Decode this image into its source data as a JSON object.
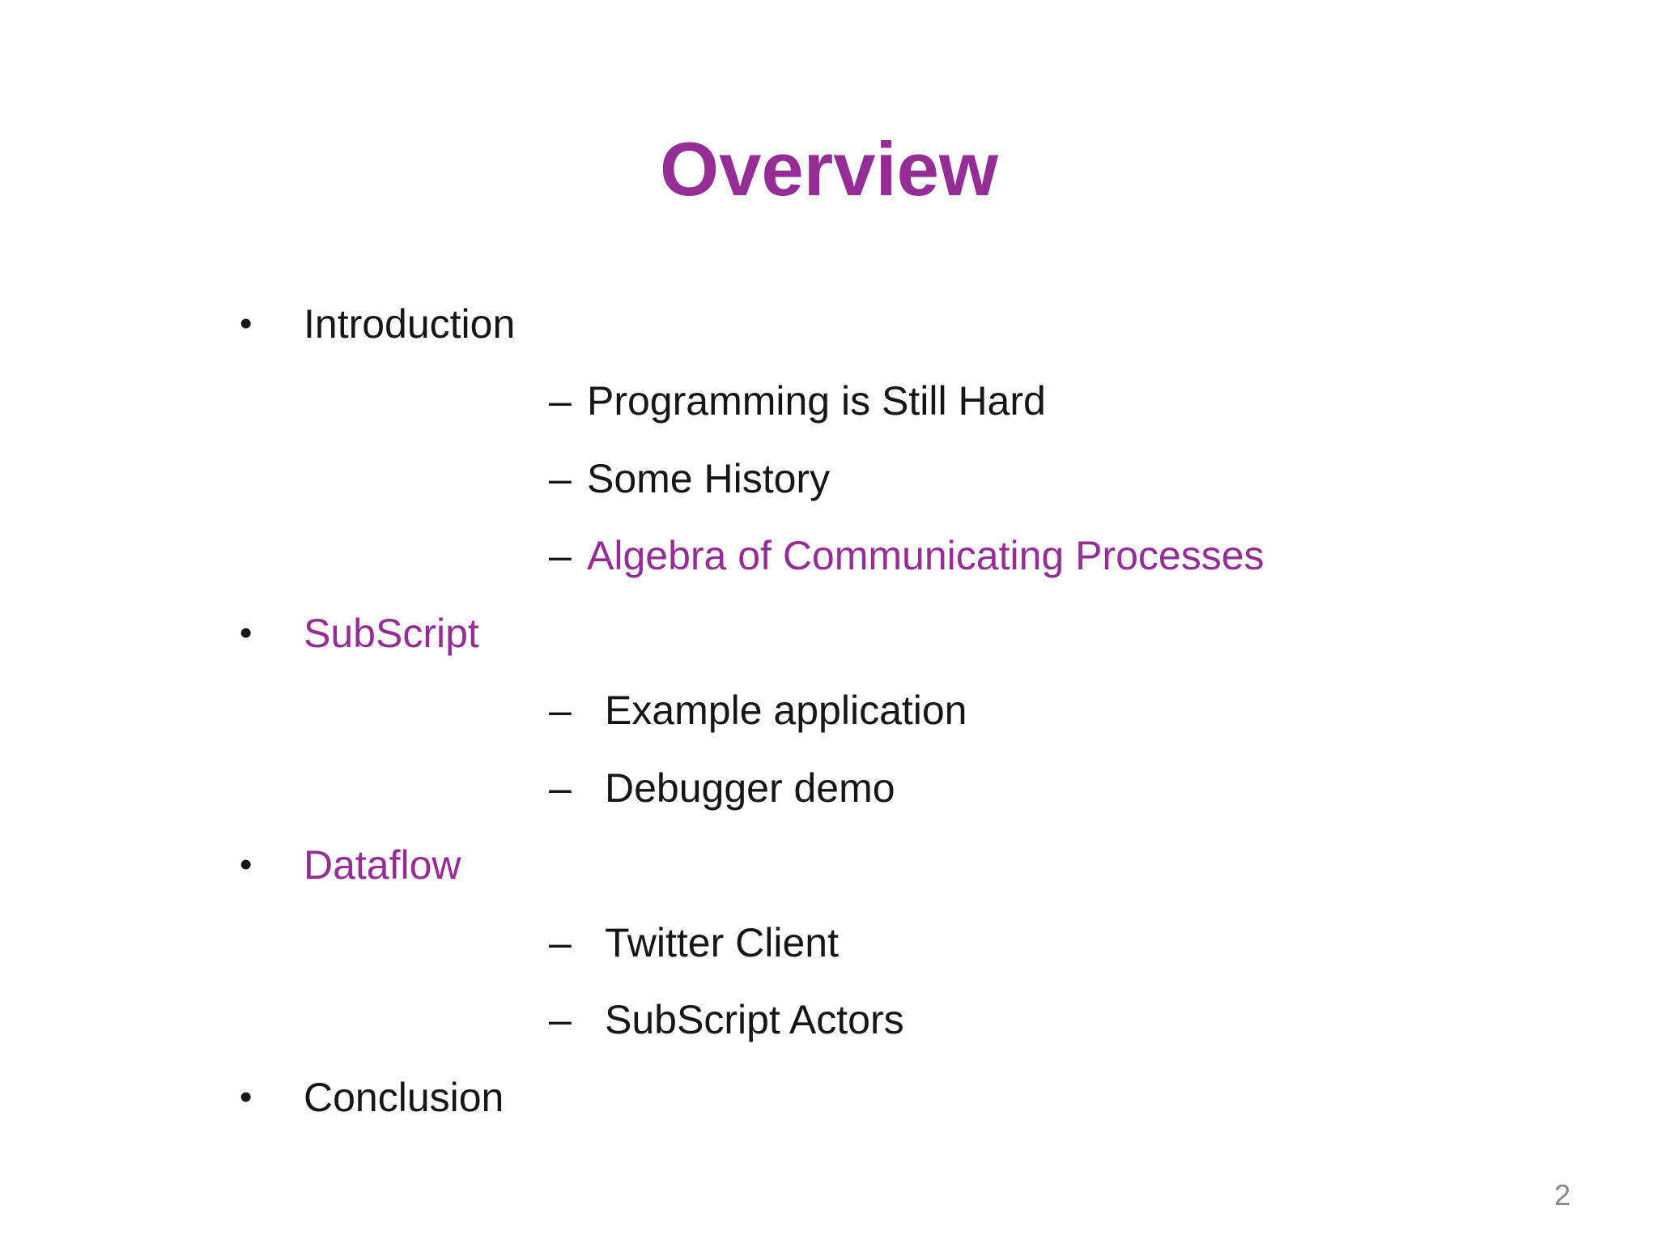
{
  "slide": {
    "title": "Overview",
    "page_number": "2",
    "markers": {
      "bullet": "•",
      "dash": "–"
    },
    "colors": {
      "background": "#FFFFFF",
      "title": "#962D96",
      "accent": "#962D96",
      "text": "#161616",
      "page_number": "#86868B"
    },
    "outline": [
      {
        "label": "Introduction",
        "emphasis": "normal",
        "children": [
          {
            "label": "Programming is Still Hard",
            "emphasis": "normal"
          },
          {
            "label": "Some History",
            "emphasis": "normal"
          },
          {
            "label": "Algebra of Communicating Processes",
            "emphasis": "accent"
          }
        ]
      },
      {
        "label": "SubScript",
        "emphasis": "accent",
        "children": [
          {
            "label": "Example application",
            "emphasis": "normal"
          },
          {
            "label": "Debugger demo",
            "emphasis": "normal"
          }
        ]
      },
      {
        "label": "Dataflow",
        "emphasis": "accent",
        "children": [
          {
            "label": "Twitter Client",
            "emphasis": "normal"
          },
          {
            "label": "SubScript Actors",
            "emphasis": "normal"
          }
        ]
      },
      {
        "label": "Conclusion",
        "emphasis": "normal",
        "children": []
      }
    ]
  }
}
